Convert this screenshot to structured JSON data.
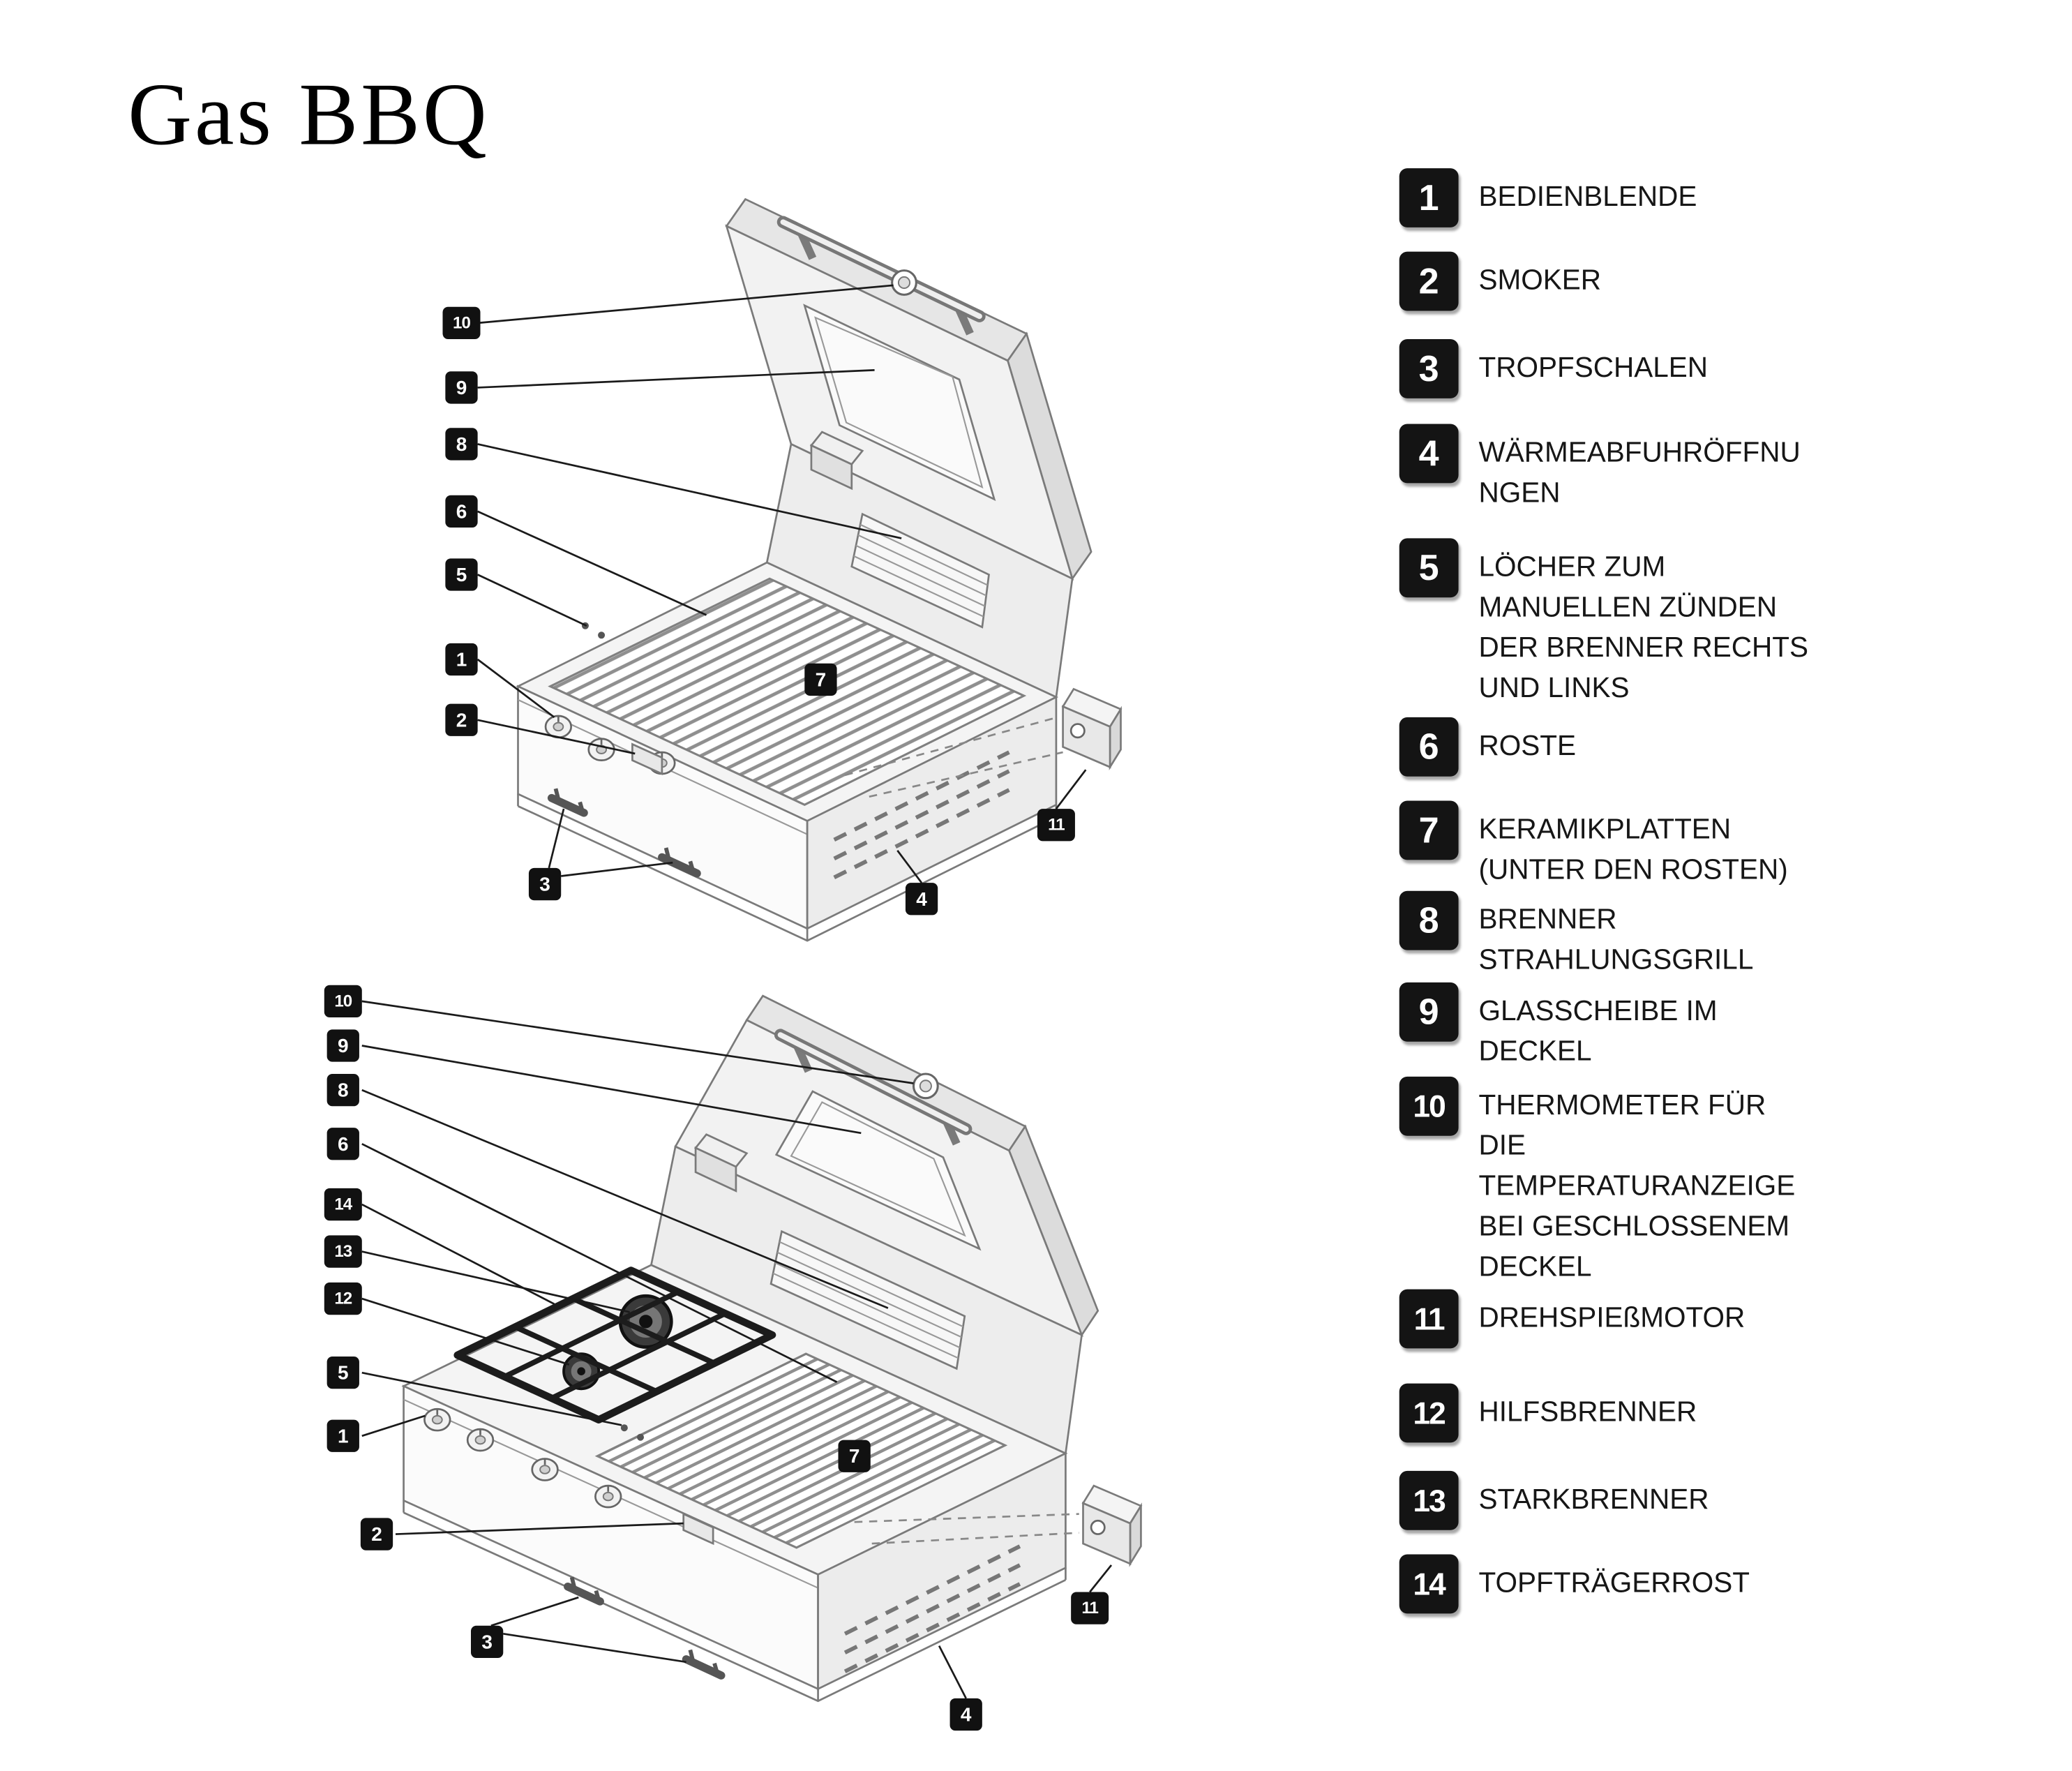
{
  "page": {
    "title": "Gas BBQ"
  },
  "legend": {
    "items": [
      {
        "number": "1",
        "label": "BEDIENBLENDE"
      },
      {
        "number": "2",
        "label": "SMOKER"
      },
      {
        "number": "3",
        "label": "TROPFSCHALEN"
      },
      {
        "number": "4",
        "label": "WÄRMEABFUHRÖFFNUNGEN"
      },
      {
        "number": "5",
        "label": "LÖCHER ZUM MANUELLEN ZÜNDEN DER BRENNER RECHTS UND LINKS"
      },
      {
        "number": "6",
        "label": "ROSTE"
      },
      {
        "number": "7",
        "label": "KERAMIKPLATTEN (UNTER DEN ROSTEN)"
      },
      {
        "number": "8",
        "label": "BRENNER STRAHLUNGSGRILL"
      },
      {
        "number": "9",
        "label": "GLASSCHEIBE IM DECKEL"
      },
      {
        "number": "10",
        "label": "THERMOMETER FÜR DIE TEMPERATURANZEIGE BEI GESCHLOSSENEM DECKEL"
      },
      {
        "number": "11",
        "label": "DREHSPIEßMOTOR"
      },
      {
        "number": "12",
        "label": "HILFSBRENNER"
      },
      {
        "number": "13",
        "label": "STARKBRENNER"
      },
      {
        "number": "14",
        "label": "TOPFTRÄGERROST"
      }
    ]
  },
  "diagram_top": {
    "callouts": {
      "n1": "1",
      "n2": "2",
      "n3": "3",
      "n4": "4",
      "n5": "5",
      "n6": "6",
      "n7": "7",
      "n8": "8",
      "n9": "9",
      "n10": "10",
      "n11": "11"
    }
  },
  "diagram_bottom": {
    "callouts": {
      "n1": "1",
      "n2": "2",
      "n3": "3",
      "n4": "4",
      "n5": "5",
      "n6": "6",
      "n7": "7",
      "n8": "8",
      "n9": "9",
      "n10": "10",
      "n11": "11",
      "n12": "12",
      "n13": "13",
      "n14": "14"
    }
  }
}
